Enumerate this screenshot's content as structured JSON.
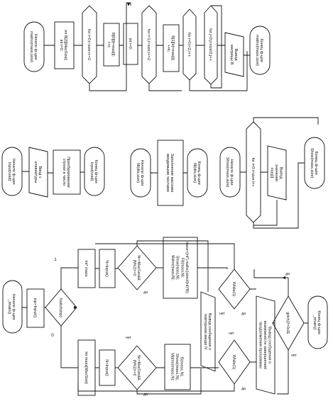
{
  "flow_main": {
    "start": [
      "Начало ф-ции",
      "_tmain()"
    ],
    "input_inp": "inp=Input();",
    "switch": "Switch(inp)",
    "case_0": "0",
    "case_1": "1",
    "static_decl": "int mass[MaxSize]",
    "static_n_input": "N=Input()",
    "static_cond": [
      "N<=MaxSize&&",
      "(N%2)==0"
    ],
    "static_calls": [
      "B(mass,N);",
      "Show(mass,N);",
      "Matrix(mass,N);"
    ],
    "dyn_decl": "int* mass",
    "dyn_n_input": "N=Input()",
    "dyn_cond": [
      "N<=MaxSize&&",
      "(N%2)==0"
    ],
    "dyn_calls": [
      "mass=(int*) malloc(sizeof(int)*N);",
      "Fill(mass,N);",
      "Show(mass,N);",
      "Matrix(mass,N);"
    ],
    "wrong_n_msg": [
      "Вывод сообщения о",
      "повторном вводе N"
    ],
    "while_1": "While(1)",
    "while_2": "While(1)",
    "finish_msg": [
      "Вывод сообщения о",
      "возможности завершения/",
      "продолжения программы"
    ],
    "getch_cond": "getch()!=0x1E",
    "end": [
      "Конец ф-ции",
      "_tmain()"
    ],
    "label_yes": "да",
    "label_no": "нет"
  },
  "flow_input": {
    "start": [
      "Начало ф-ции",
      "Input(void)"
    ],
    "keyboard": [
      "Ввод с",
      "клавиатуры"
    ],
    "convert": [
      "Преобразование",
      "строки в число"
    ],
    "end": [
      "Конец ф-ции",
      "Input(void)"
    ]
  },
  "flow_fill": {
    "start": [
      "Начало ф-ции",
      "fill(dts,size)"
    ],
    "process": [
      "Заполнение массива",
      "вводимыми числами"
    ],
    "end": [
      "Конец ф-ции",
      "fill(dts,size)"
    ]
  },
  "flow_show": {
    "start": [
      "Начало ф-ции",
      "Show(mass,size)"
    ],
    "loop": "for i=0;i<size;i++",
    "output": [
      "Вывод",
      "значения",
      "mas[i]"
    ],
    "end": [
      "Конец ф-ции",
      "Show(mass,size)"
    ]
  },
  "flow_matrix": {
    "start": [
      "Начало ф-ции",
      "matrix(mass,size)"
    ],
    "decl": [
      "int B[2][MaxSize];",
      "int i=0;"
    ],
    "loop_1": "for i=0;i<size;i+=2",
    "assign_1": [
      "B[0][i]=mas[i];",
      "++i;"
    ],
    "reset_i": "int i=0;",
    "loop_2": "for i=1;i<size;i+=2",
    "assign_2": [
      "B[1][k]=mas[i];",
      "++k;"
    ],
    "loop_3": "for i=0;i<2;i++",
    "loop_4": "for j=0;j<size/2;j++",
    "output": [
      "Вывод",
      "матрицы В"
    ],
    "end": [
      "Конец ф-ции",
      "matrix(mass,size)"
    ]
  }
}
